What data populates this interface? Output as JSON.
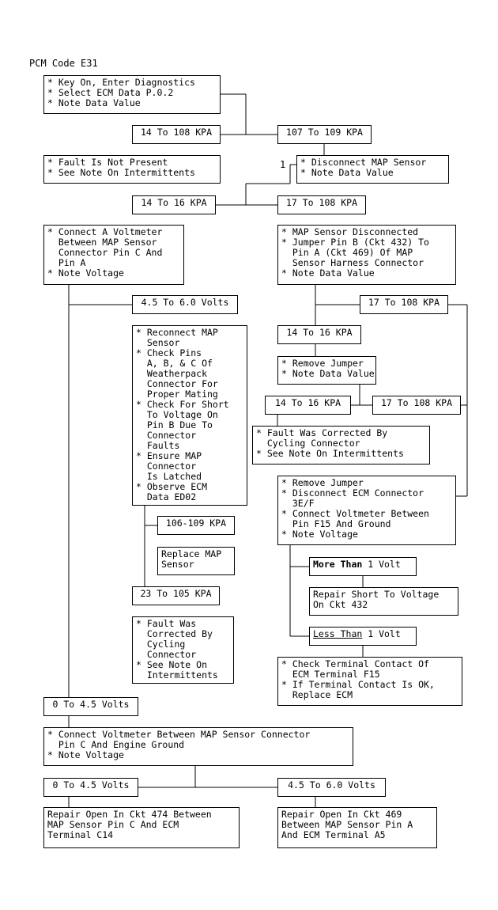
{
  "title": "PCM Code E31",
  "boxes": {
    "b1": [
      "* Key On, Enter Diagnostics",
      "* Select ECM Data P.0.2",
      "* Note Data Value"
    ],
    "b2": [
      "14 To 108 KPA"
    ],
    "b3": [
      "107 To 109 KPA"
    ],
    "b4": [
      "* Fault Is Not Present",
      "* See Note On Intermittents"
    ],
    "b5": [
      "* Disconnect MAP Sensor",
      "* Note Data Value"
    ],
    "b6": [
      "14 To 16 KPA"
    ],
    "b7": [
      "17 To 108 KPA"
    ],
    "b8": [
      "* Connect A Voltmeter",
      "  Between MAP Sensor",
      "  Connector Pin C And",
      "  Pin A",
      "* Note Voltage"
    ],
    "b9": [
      "* MAP Sensor Disconnected",
      "* Jumper Pin B (Ckt 432) To",
      "  Pin A (Ckt 469) Of MAP",
      "  Sensor Harness Connector",
      "* Note Data Value"
    ],
    "b10": [
      "4.5 To 6.0 Volts"
    ],
    "b11": [
      "17 To 108 KPA"
    ],
    "b12": [
      "* Reconnect MAP",
      "  Sensor",
      "* Check Pins",
      "  A, B, & C Of",
      "  Weatherpack",
      "  Connector For",
      "  Proper Mating",
      "* Check For Short",
      "  To Voltage On",
      "  Pin B Due To",
      "  Connector",
      "  Faults",
      "* Ensure MAP",
      "  Connector",
      "  Is Latched",
      "* Observe ECM",
      "  Data ED02"
    ],
    "b13": [
      "14 To 16 KPA"
    ],
    "b14": [
      "* Remove Jumper",
      "* Note Data Value"
    ],
    "b15": [
      "14 To 16 KPA"
    ],
    "b16": [
      "17 To 108 KPA"
    ],
    "b17": [
      "* Fault Was Corrected By",
      "  Cycling Connector",
      "* See Note On Intermittents"
    ],
    "b18": [
      "* Remove Jumper",
      "* Disconnect ECM Connector",
      "  3E/F",
      "* Connect Voltmeter Between",
      "  Pin F15 And Ground",
      "* Note Voltage"
    ],
    "b19": [
      "106-109 KPA"
    ],
    "b20": [
      "Replace MAP",
      "Sensor"
    ],
    "b21_bold": "More Than",
    "b21_rest": " 1 Volt",
    "b22": [
      "Repair Short To Voltage",
      "On Ckt 432"
    ],
    "b23": [
      "23 To 105 KPA"
    ],
    "b24": [
      "* Fault Was",
      "  Corrected By",
      "  Cycling",
      "  Connector",
      "* See Note On",
      "  Intermittents"
    ],
    "b25_u": "Less Than",
    "b25_rest": " 1 Volt",
    "b26": [
      "* Check Terminal Contact Of",
      "  ECM Terminal F15",
      "* If Terminal Contact Is OK,",
      "  Replace ECM"
    ],
    "b27": [
      "0 To 4.5 Volts"
    ],
    "b28": [
      "* Connect Voltmeter Between MAP Sensor Connector",
      "  Pin C And Engine Ground",
      "* Note Voltage"
    ],
    "b29": [
      "0 To 4.5 Volts"
    ],
    "b30": [
      "4.5 To 6.0 Volts"
    ],
    "b31": [
      "Repair Open In Ckt 474 Between",
      "MAP Sensor Pin C And ECM",
      "Terminal C14"
    ],
    "b32": [
      "Repair Open In Ckt 469",
      "Between MAP Sensor Pin A",
      "And ECM Terminal A5"
    ]
  },
  "edge_labels": {
    "loop_marker": "1"
  }
}
